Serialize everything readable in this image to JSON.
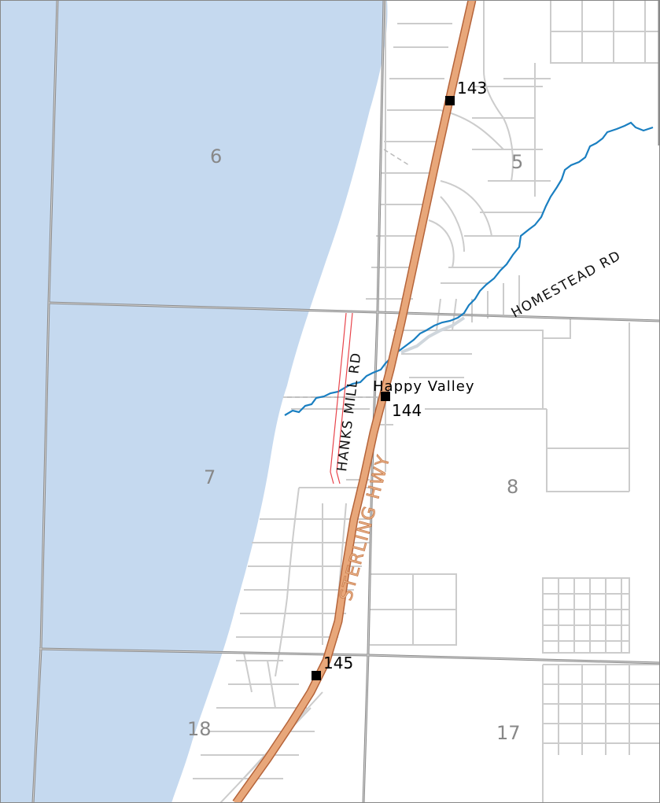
{
  "colors": {
    "water": "#c5d9ef",
    "highway": "#e8a77a",
    "highway_casing": "#b5643a",
    "stream": "#1a7fc1",
    "section_line": "#8a8a8a",
    "parcel_line": "#cccccc",
    "trail": "#e8434a"
  },
  "sections": [
    {
      "id": "6",
      "label": "6"
    },
    {
      "id": "5",
      "label": "5"
    },
    {
      "id": "7",
      "label": "7"
    },
    {
      "id": "8",
      "label": "8"
    },
    {
      "id": "18",
      "label": "18"
    },
    {
      "id": "17",
      "label": "17"
    }
  ],
  "mileposts": [
    {
      "id": "143",
      "label": "143"
    },
    {
      "id": "144",
      "label": "144"
    },
    {
      "id": "145",
      "label": "145"
    }
  ],
  "places": {
    "happy_valley": "Happy Valley"
  },
  "roads": {
    "homestead": "HOMESTEAD RD",
    "hanks_mill": "HANKS MILL RD",
    "sterling": "STERLING HWY"
  }
}
